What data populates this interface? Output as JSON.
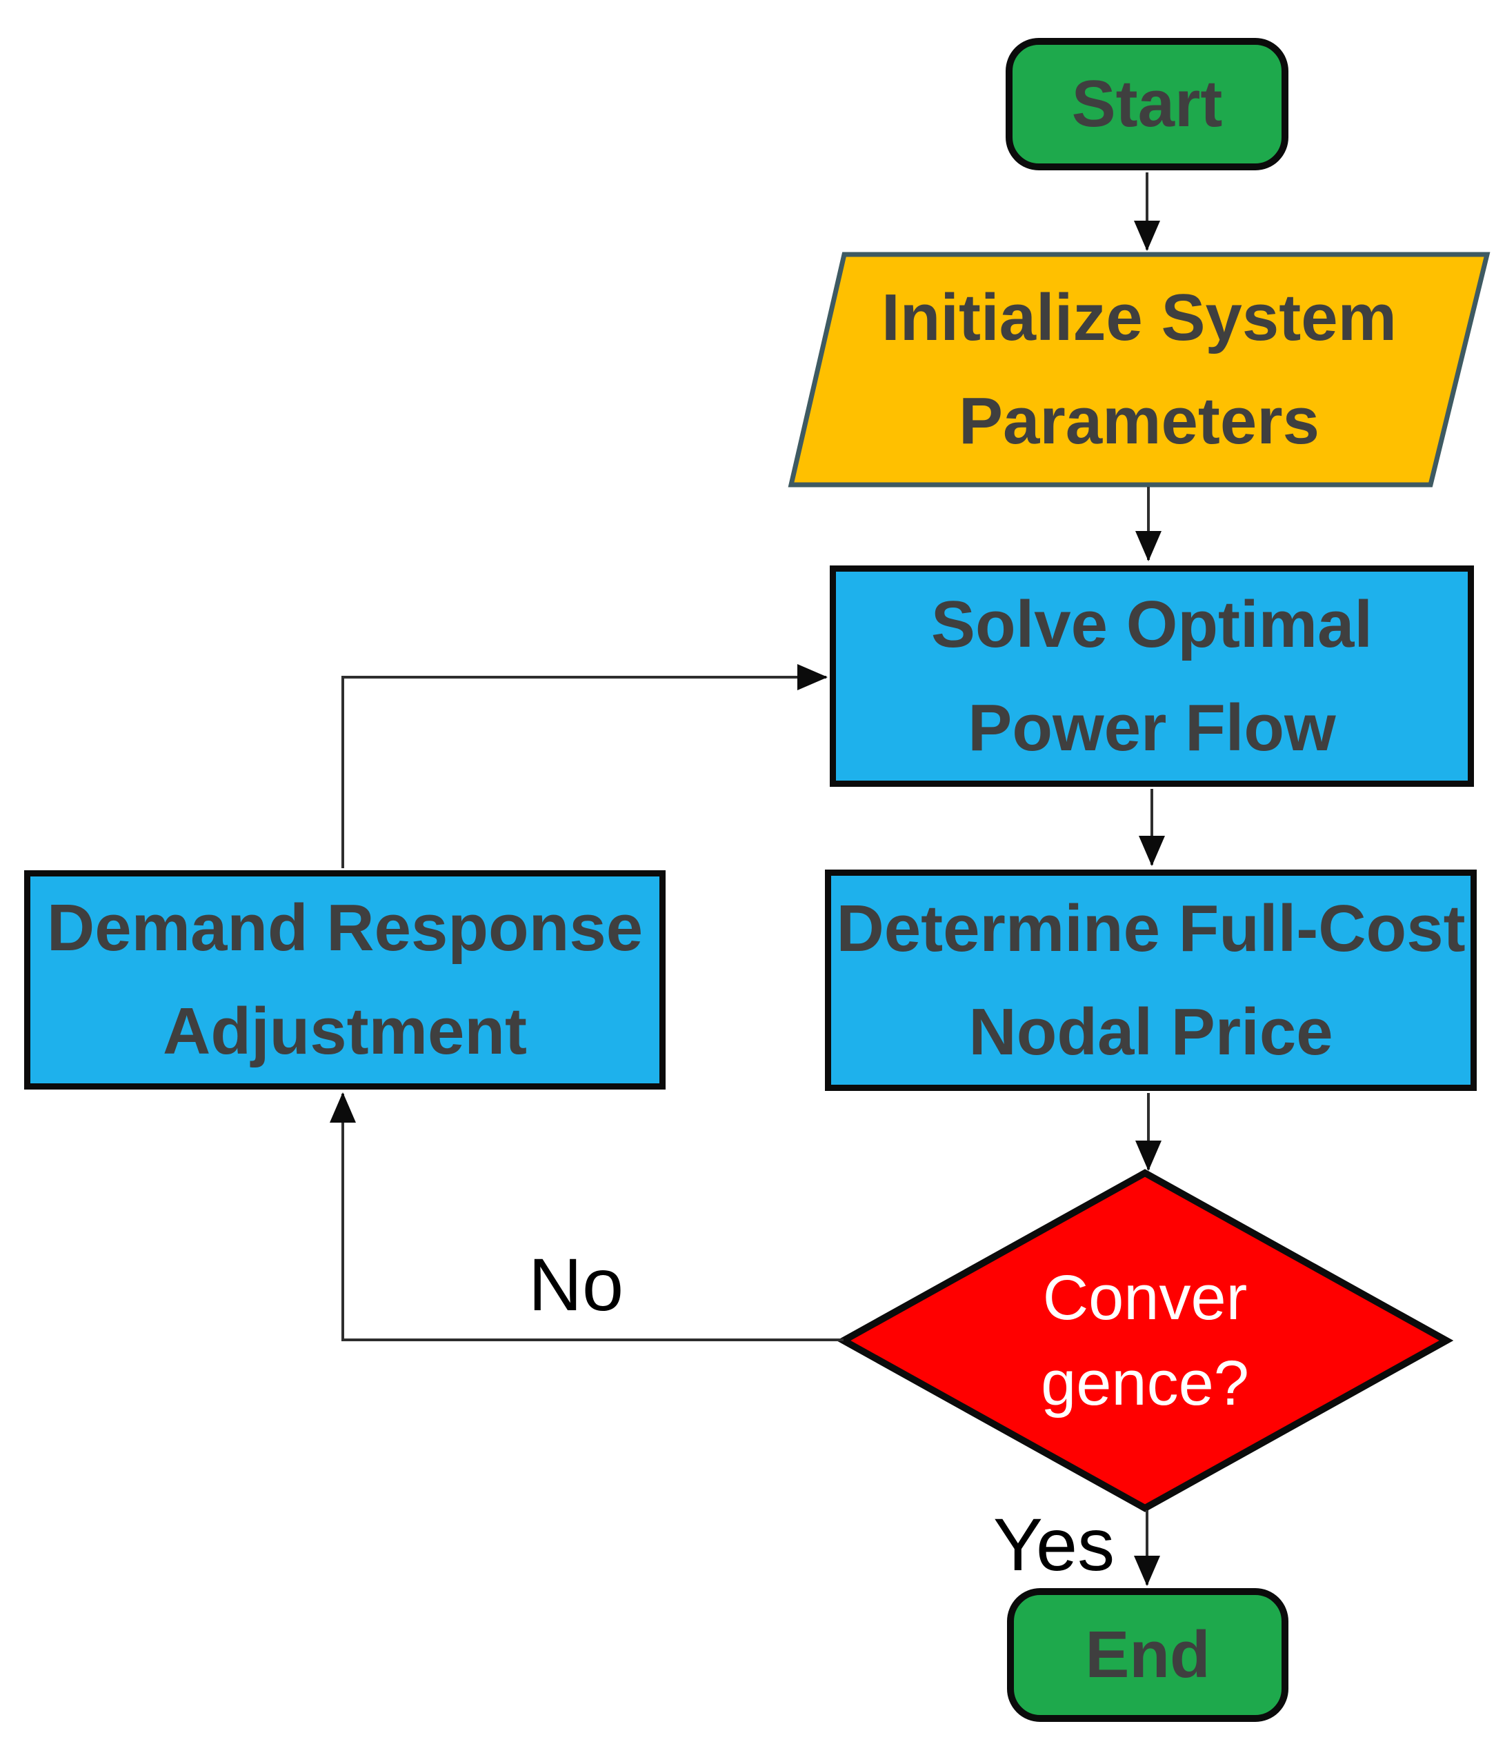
{
  "diagram_type": "flowchart",
  "colors": {
    "terminator_fill": "#1ea94c",
    "process_fill": "#1eb1ec",
    "io_fill": "#ffc000",
    "io_border": "#3e5a62",
    "decision_fill": "#ff0000",
    "node_border": "#0b0b0b",
    "node_text": "#3f3f3f",
    "decision_text": "#ffffff",
    "edge_line": "#2e2e2e",
    "edge_label_text": "#000000",
    "background": "#ffffff"
  },
  "nodes": {
    "start": {
      "type": "terminator",
      "label": "Start"
    },
    "initialize": {
      "type": "io",
      "line1": "Initialize System",
      "line2": "Parameters",
      "label": "Initialize System Parameters"
    },
    "solve": {
      "type": "process",
      "line1": "Solve Optimal",
      "line2": "Power Flow",
      "label": "Solve Optimal Power Flow"
    },
    "determine": {
      "type": "process",
      "line1": "Determine Full-Cost",
      "line2": "Nodal Price",
      "label": "Determine Full-Cost Nodal Price"
    },
    "decision": {
      "type": "decision",
      "line1": "Conver",
      "line2": "gence?",
      "label": "Convergence?"
    },
    "demand": {
      "type": "process",
      "line1": "Demand Response",
      "line2": "Adjustment",
      "label": "Demand Response Adjustment"
    },
    "end": {
      "type": "terminator",
      "label": "End"
    }
  },
  "edge_labels": {
    "yes": "Yes",
    "no": "No"
  },
  "edges": [
    {
      "from": "Start",
      "to": "Initialize System Parameters",
      "label": ""
    },
    {
      "from": "Initialize System Parameters",
      "to": "Solve Optimal Power Flow",
      "label": ""
    },
    {
      "from": "Solve Optimal Power Flow",
      "to": "Determine Full-Cost Nodal Price",
      "label": ""
    },
    {
      "from": "Determine Full-Cost Nodal Price",
      "to": "Convergence?",
      "label": ""
    },
    {
      "from": "Convergence?",
      "to": "End",
      "label": "Yes"
    },
    {
      "from": "Convergence?",
      "to": "Demand Response Adjustment",
      "label": "No"
    },
    {
      "from": "Demand Response Adjustment",
      "to": "Solve Optimal Power Flow",
      "label": ""
    }
  ]
}
